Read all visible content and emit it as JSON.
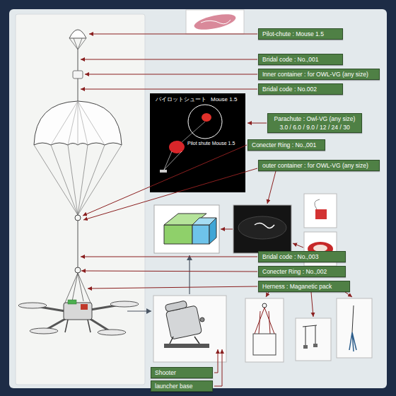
{
  "diagram": {
    "nodes": [
      {
        "text": [
          "Pilot-chute : Mouse 1.5"
        ]
      },
      {
        "text": [
          "Bridal code : No.,001"
        ]
      },
      {
        "text": [
          "Inner container : for OWL-VG (any size)"
        ]
      },
      {
        "text": [
          "Bridal code : No.002"
        ]
      },
      {
        "text": [
          "パイロットシュート",
          "Mouse 1.5",
          "Pilot shute Mouse 1.5"
        ]
      },
      {
        "text": [
          "Parachute : Owl-VG (any size) 3.0 / 6.0 / 9.0 / 12 / 24 / 30"
        ]
      },
      {
        "text": [
          "Conecter Ring : No.,001"
        ]
      },
      {
        "text": [
          "outer container : for OWL-VG (any size)"
        ]
      },
      {
        "text": [
          "Bridal code : No.,003"
        ]
      },
      {
        "text": [
          "Conecter Ring : No.,002"
        ]
      },
      {
        "text": [
          "Herness : Maganetic pack"
        ]
      },
      {
        "text": [
          "Shooter"
        ]
      },
      {
        "text": [
          "launcher base"
        ]
      }
    ]
  }
}
